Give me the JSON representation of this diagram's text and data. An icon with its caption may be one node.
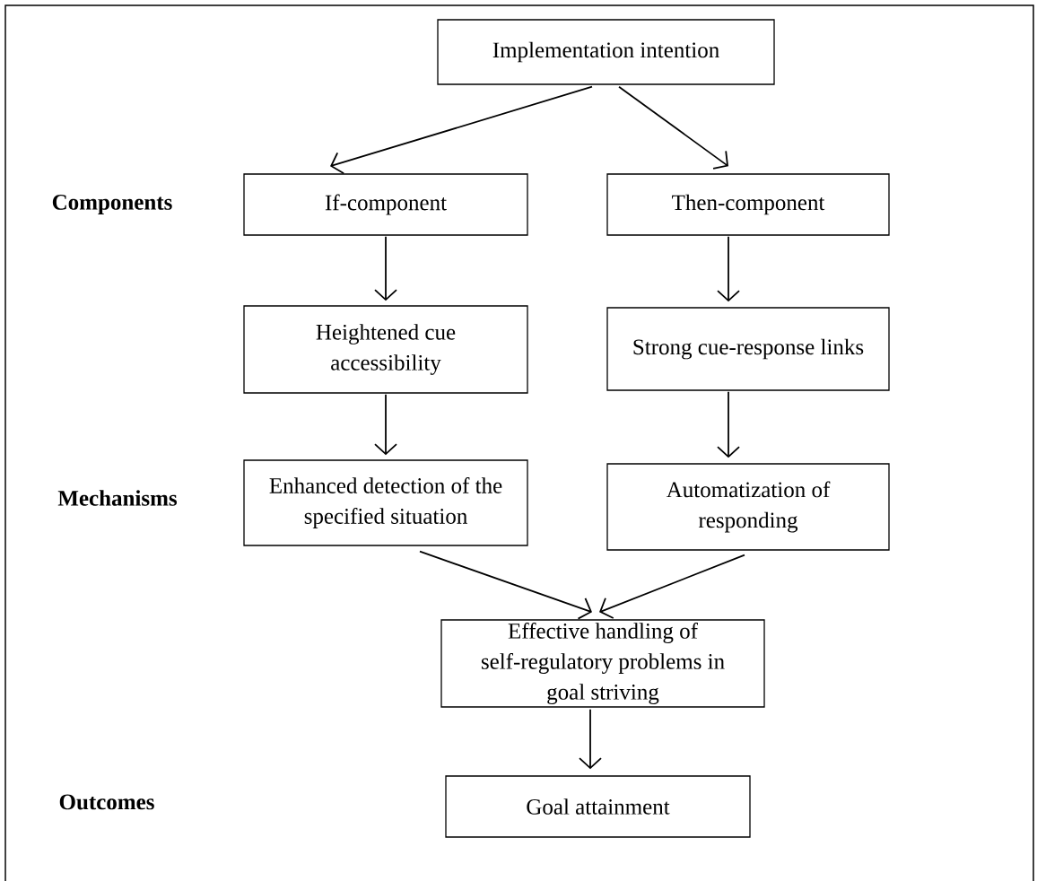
{
  "diagram": {
    "nodes": [
      {
        "text": [
          "Implementation intention"
        ]
      },
      {
        "text": [
          "If-component"
        ]
      },
      {
        "text": [
          "Then-component"
        ]
      },
      {
        "text": [
          "Heightened cue accessibility"
        ]
      },
      {
        "text": [
          "Strong cue-response links"
        ]
      },
      {
        "text": [
          "Enhanced detection of the specified situation"
        ]
      },
      {
        "text": [
          "Automatization of responding"
        ]
      },
      {
        "text": [
          "Effective handling of self-regulatory problems in goal striving"
        ]
      },
      {
        "text": [
          "Goal attainment"
        ]
      }
    ],
    "edges": [
      {
        "from": 0,
        "to": 1,
        "arrow": "to"
      },
      {
        "from": 0,
        "to": 2,
        "arrow": "to"
      },
      {
        "from": 1,
        "to": 3,
        "arrow": "to"
      },
      {
        "from": 2,
        "to": 4,
        "arrow": "to"
      },
      {
        "from": 3,
        "to": 5,
        "arrow": "to"
      },
      {
        "from": 4,
        "to": 6,
        "arrow": "to"
      },
      {
        "from": 5,
        "to": 7,
        "arrow": "to"
      },
      {
        "from": 6,
        "to": 7,
        "arrow": "to"
      },
      {
        "from": 7,
        "to": 8,
        "arrow": "to"
      }
    ],
    "labels": [
      "Components",
      "Mechanisms",
      "Outcomes"
    ]
  }
}
